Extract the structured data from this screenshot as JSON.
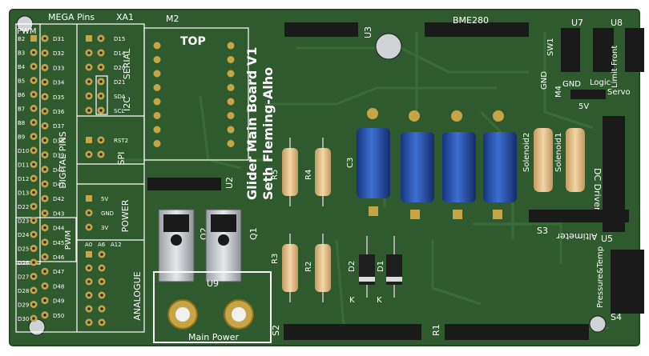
{
  "board": {
    "title": "Glider Main Board V1",
    "author": "Seth Fleming-Alho",
    "top_label": "TOP",
    "mega_pins": "MEGA Pins",
    "xa1": "XA1",
    "m2": "M2",
    "pwm_top": "PWM",
    "pwm_bottom": "PWM",
    "digital_pins": "DIGITAL PINS",
    "serial": "SERIAL",
    "i2c": "I2C",
    "spi": "SPI",
    "power": "POWER",
    "analogue": "ANALOGUE",
    "main_power": "Main Power",
    "bme280": "BME280",
    "gnd": "GND",
    "gnd2": "GND",
    "logic": "Logic",
    "servo": "Servo",
    "five_v": "5V",
    "limit_front": "Limit Front",
    "solenoid1": "Solenoid1",
    "solenoid2": "Solenoid2",
    "dc_driver": "DC Driver",
    "altimeter": "Altimeter",
    "pressure_temp": "Pressure&Temp"
  },
  "refs": {
    "u2": "U2",
    "u3": "U3",
    "u5": "U5",
    "u7": "U7",
    "u8": "U8",
    "u9": "U9",
    "q1": "Q1",
    "q2": "Q2",
    "c3": "C3",
    "d1": "D1",
    "d2": "D2",
    "r1": "R1",
    "r2": "R2",
    "r3": "R3",
    "r4": "R4",
    "r5": "R5",
    "s2": "S2",
    "s3": "S3",
    "s4": "S4",
    "sw1": "SW1",
    "m4": "M4",
    "k1": "K",
    "k2": "K"
  },
  "pin_labels": {
    "left_col": [
      "B2",
      "B3",
      "B4",
      "B5",
      "B6",
      "B7",
      "B8",
      "B9",
      "D10",
      "D11",
      "D12",
      "D13",
      "D22",
      "D23",
      "D24",
      "D25",
      "D26",
      "D27",
      "D28",
      "D29",
      "D30"
    ],
    "mid_col": [
      "D31",
      "D32",
      "D33",
      "D34",
      "D35",
      "D36",
      "D37",
      "D38",
      "D39",
      "D40",
      "D41",
      "D42",
      "D43",
      "D44",
      "D45",
      "D46",
      "D47",
      "D48",
      "D49",
      "D50"
    ],
    "serial": [
      "D15",
      "D14",
      "D20",
      "D21"
    ],
    "i2c": [
      "SDA",
      "SCL"
    ],
    "spi": [
      "RST2"
    ],
    "power": [
      "5V",
      "GND",
      "3V"
    ],
    "analogue": [
      "A0",
      "A6",
      "A12"
    ]
  }
}
